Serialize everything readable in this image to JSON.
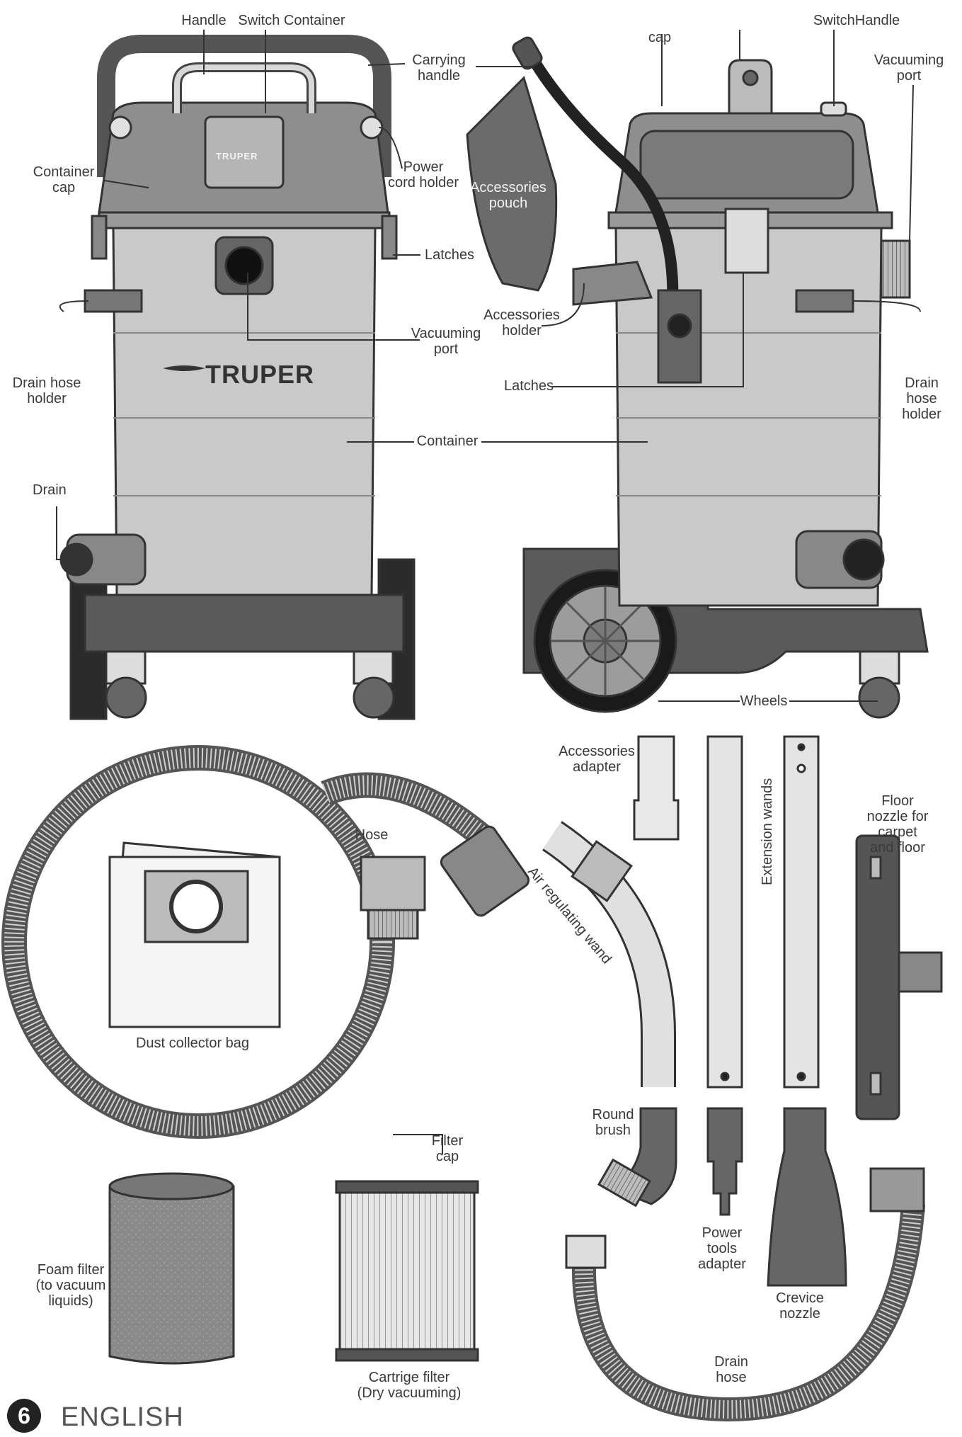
{
  "labels": {
    "handle": "Handle",
    "switch_container": "Switch Container",
    "carrying_handle": "Carrying\nhandle",
    "container_cap": "Container\ncap",
    "power_cord_holder": "Power\ncord holder",
    "latches_front": "Latches",
    "vacuuming_port_front": "Vacuuming\nport",
    "drain_hose_holder_left": "Drain hose\nholder",
    "container": "Container",
    "drain": "Drain",
    "cap": "cap",
    "switch_handle": "SwitchHandle",
    "vacuuming_port_side": "Vacuuming\nport",
    "accessories_pouch": "Accessories\npouch",
    "accessories_holder": "Accessories\nholder",
    "latches_side": "Latches",
    "drain_hose_holder_right": "Drain hose\nholder",
    "wheels": "Wheels",
    "accessories_adapter": "Accessories\nadapter",
    "extension_wands": "Extension wands",
    "floor_nozzle": "Floor nozzle for carpet\nand floor",
    "hose": "Hose",
    "air_regulating_wand": "Air regulating wand",
    "dust_collector_bag": "Dust collector bag",
    "round_brush": "Round\nbrush",
    "filter_cap": "Filter\ncap",
    "foam_filter": "Foam filter\n(to vacuum\nliquids)",
    "cartridge_filter": "Cartrige filter\n(Dry vacuuming)",
    "power_tools_adapter": "Power\ntools\nadapter",
    "crevice_nozzle": "Crevice\nnozzle",
    "drain_hose": "Drain\nhose"
  },
  "brand": {
    "name": "TRUPER",
    "small_name": "TRUPER"
  },
  "footer": {
    "page_number": "6",
    "language": "ENGLISH"
  }
}
